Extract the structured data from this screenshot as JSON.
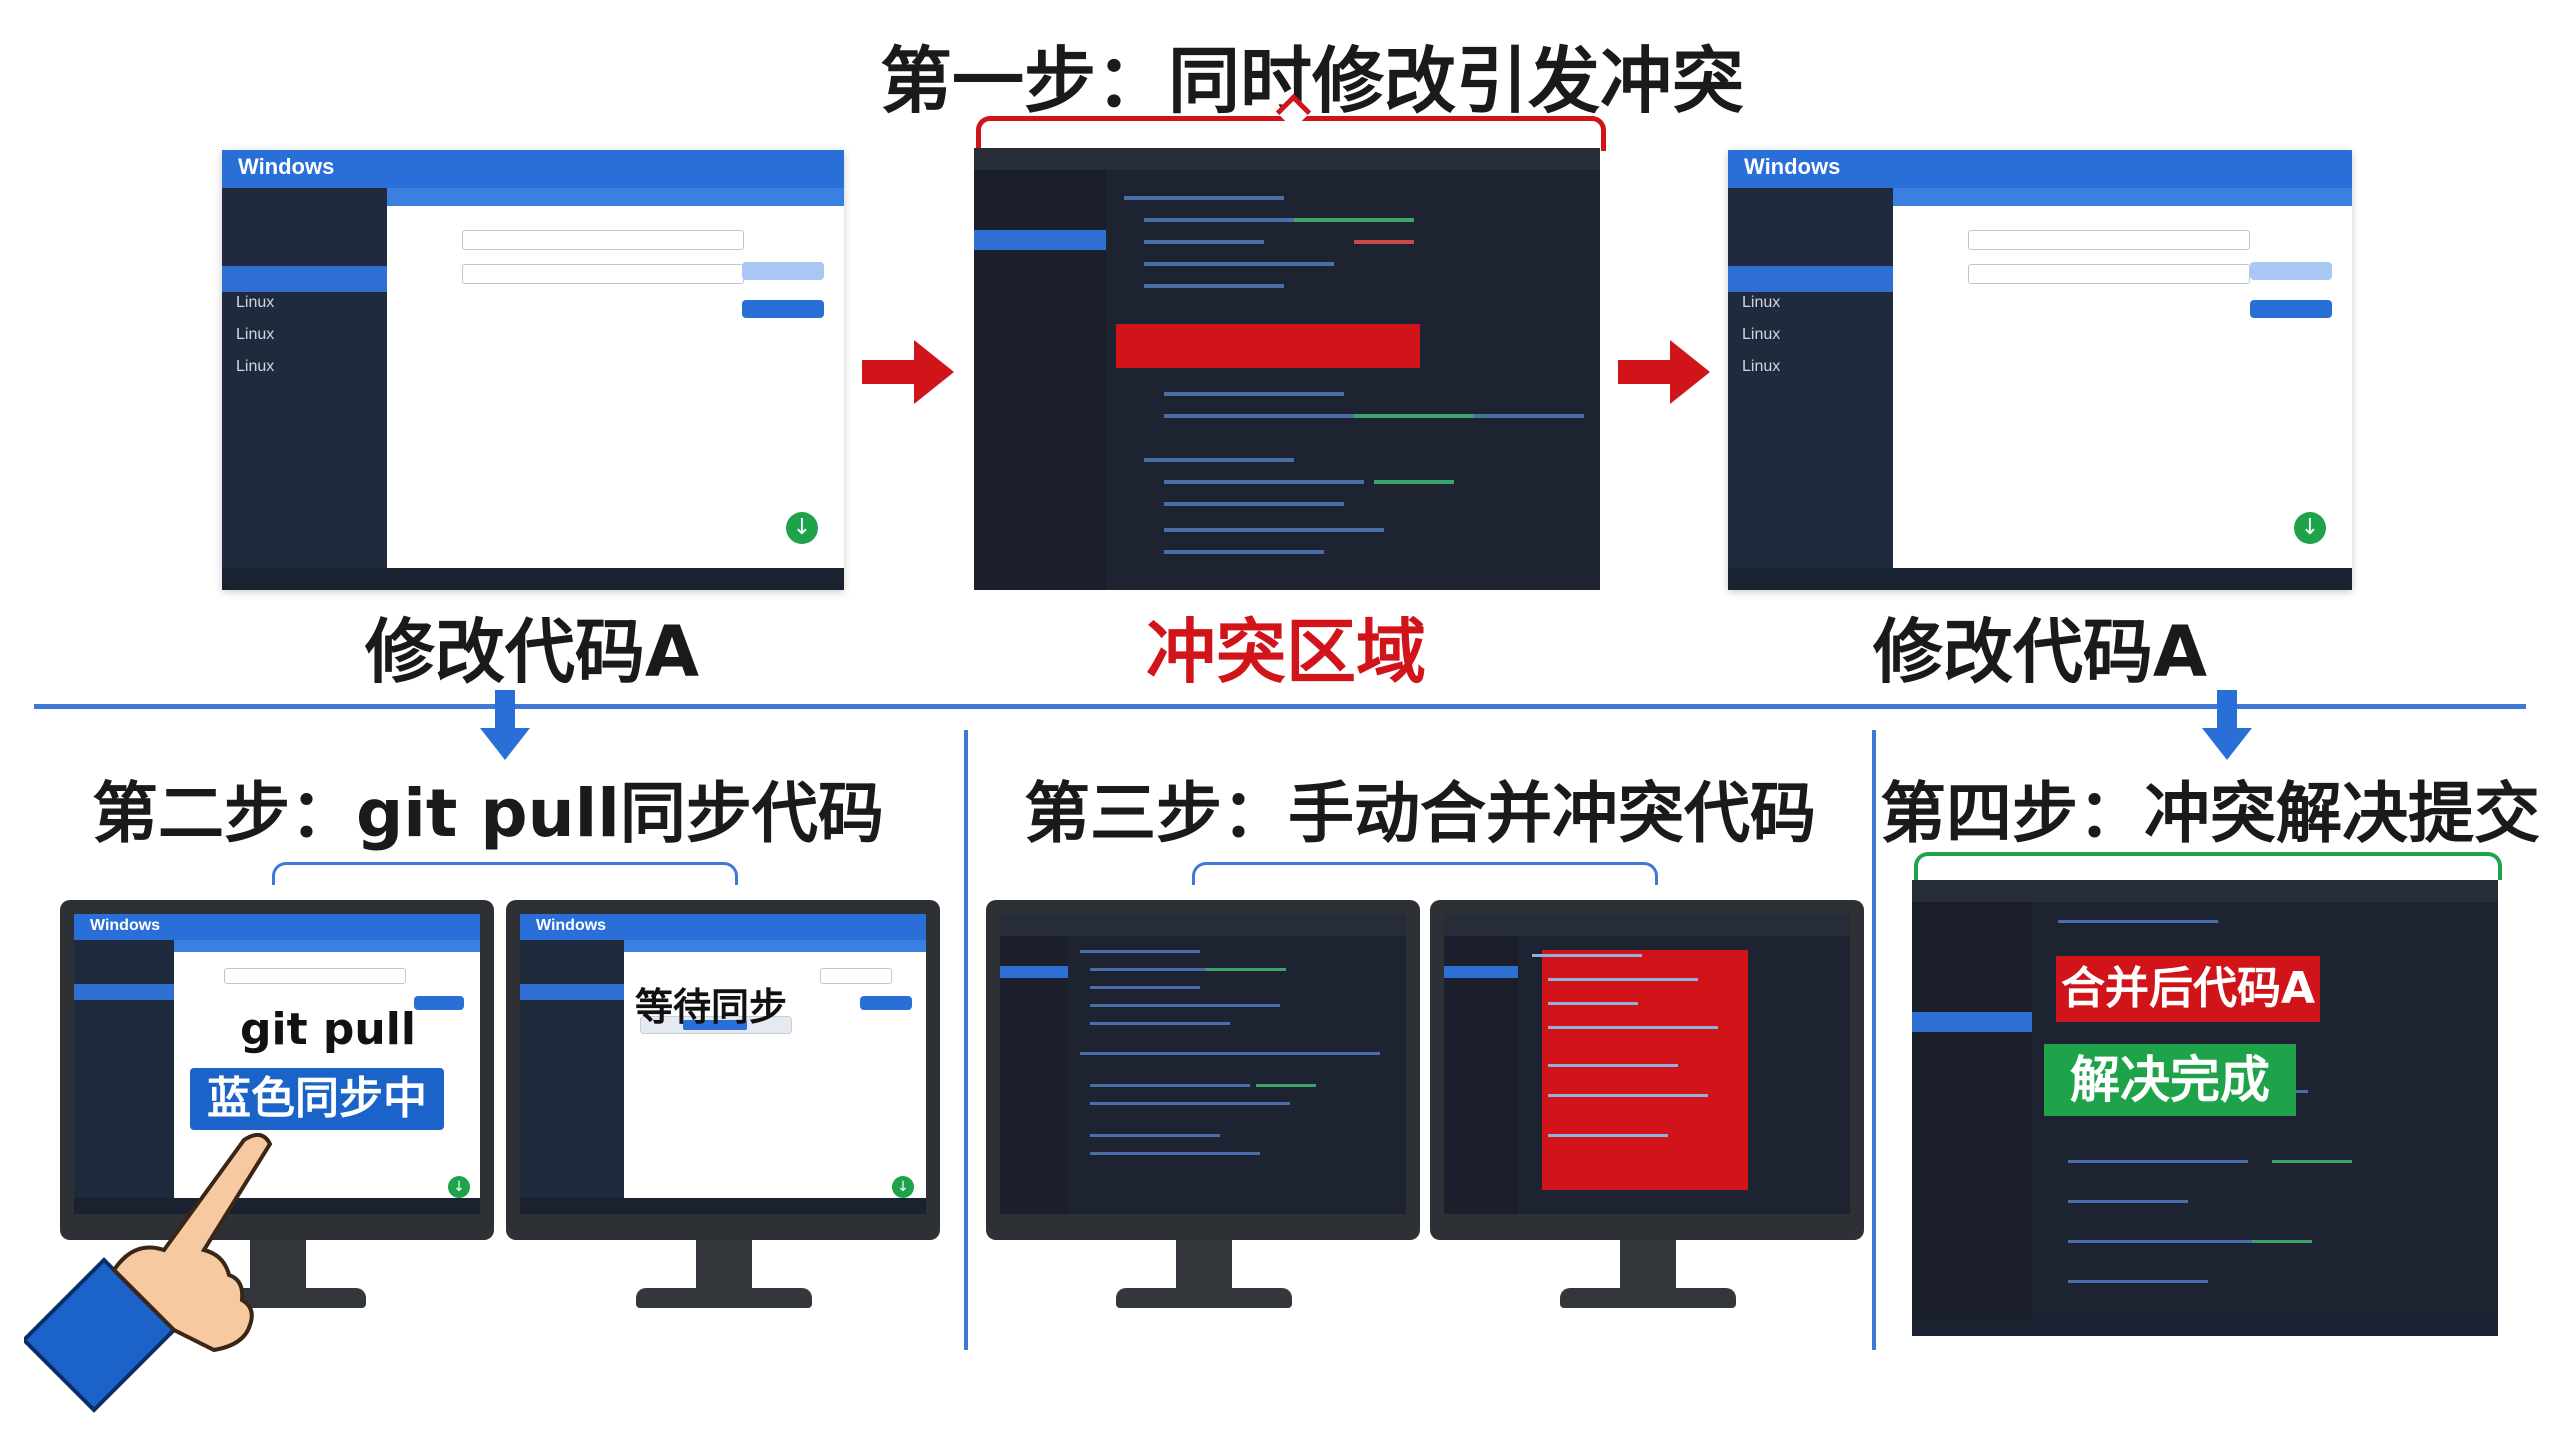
{
  "step1": {
    "title": "第一步：同时修改引发冲突",
    "left_caption": "修改代码A",
    "center_caption": "冲突区域",
    "right_caption": "修改代码A"
  },
  "step2": {
    "title": "第二步：git pull同步代码",
    "git_label": "git pull",
    "sync_label": "蓝色同步中",
    "wait_label": "等待同步"
  },
  "step3": {
    "title": "第三步：手动合并冲突代码"
  },
  "step4": {
    "title": "第四步：冲突解决提交",
    "merged_label": "合并后代码A",
    "done_label": "解决完成"
  },
  "windows": {
    "logo": "Windows",
    "logo_small": "Windows",
    "sidebar_items": [
      "Linux",
      "Linux",
      "Linux"
    ]
  },
  "colors": {
    "accent_blue": "#2a6fd8",
    "conflict_red": "#d0141a",
    "success_green": "#1fa34a",
    "divider_blue": "#3f78d6"
  },
  "icons": [
    "red-right-arrow",
    "blue-down-arrow",
    "download-icon",
    "pointing-hand-icon"
  ]
}
